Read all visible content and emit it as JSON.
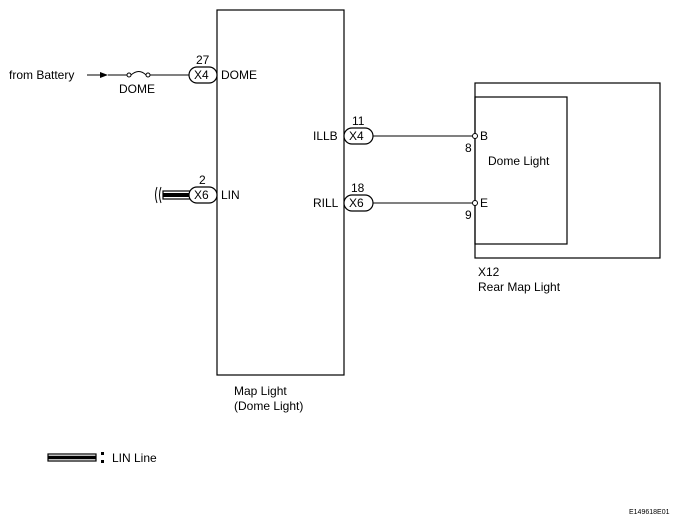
{
  "source_label": "from Battery",
  "fuse_label": "DOME",
  "map_light": {
    "name": "Map Light",
    "subtitle": "(Dome Light)",
    "pins": {
      "dome": {
        "pin": "27",
        "connector": "X4",
        "name": "DOME"
      },
      "lin": {
        "pin": "2",
        "connector": "X6",
        "name": "LIN"
      },
      "illb": {
        "pin": "11",
        "connector": "X4",
        "name": "ILLB"
      },
      "rill": {
        "pin": "18",
        "connector": "X6",
        "name": "RILL"
      }
    }
  },
  "rear_map_light": {
    "id": "X12",
    "name": "Rear Map Light",
    "inner_label": "Dome Light",
    "terminals": {
      "b": {
        "name": "B",
        "pin": "8"
      },
      "e": {
        "name": "E",
        "pin": "9"
      }
    }
  },
  "legend": {
    "label": "LIN Line"
  },
  "code": "E149618E01"
}
